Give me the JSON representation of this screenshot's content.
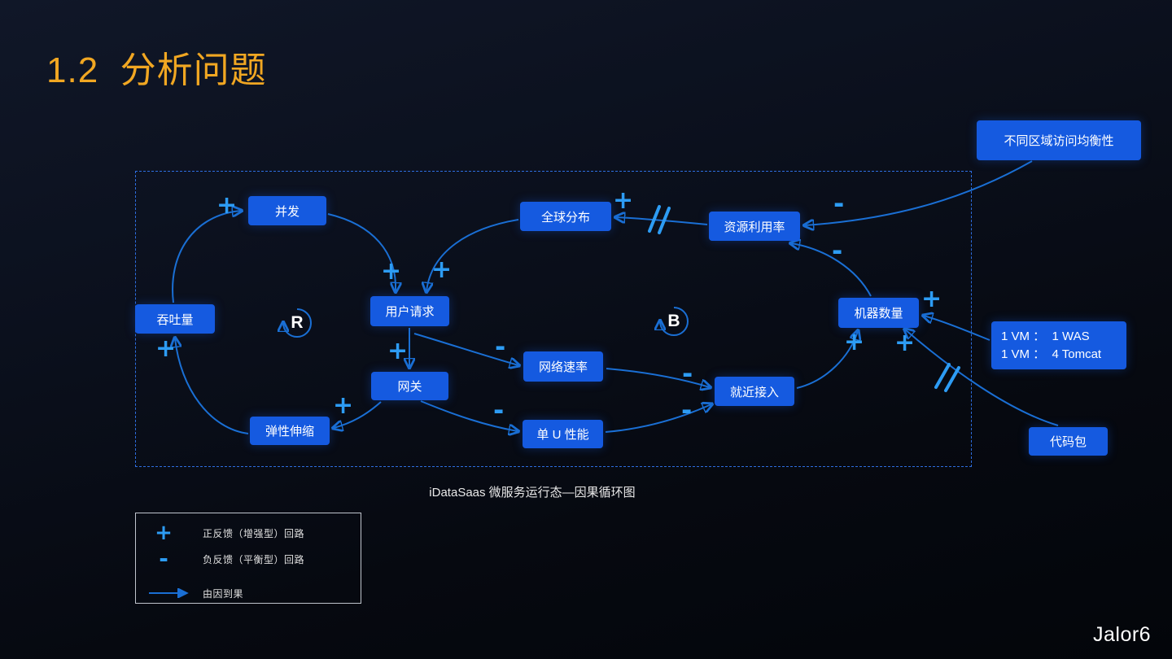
{
  "slide": {
    "title": "1.2  分析问题",
    "caption": "iDataSaas 微服务运行态—因果循环图",
    "logo": "Jalor6"
  },
  "colors": {
    "accent": "#f1a722",
    "node_fill": "#155ae0",
    "arrow": "#1a6fd4",
    "sign": "#2d9cf4"
  },
  "diagram": {
    "loop_r": "R",
    "loop_b": "B",
    "nodes": {
      "regional_balance": "不同区域访问均衡性",
      "concurrency": "并发",
      "global_distribution": "全球分布",
      "resource_utilization": "资源利用率",
      "throughput": "吞吐量",
      "user_requests": "用户请求",
      "machine_count": "机器数量",
      "gateway": "网关",
      "network_speed": "网络速率",
      "nearby_access": "就近接入",
      "elastic_scaling": "弹性伸缩",
      "single_u_performance": "单 U 性能",
      "code_package": "代码包",
      "vm_line1": "1 VM ：  1 WAS",
      "vm_line2": "1 VM ：  4 Tomcat"
    },
    "signs": [
      "+",
      "+",
      "-",
      "+",
      "+",
      "-",
      "+",
      "+",
      "+",
      "-",
      "+",
      "+",
      "-",
      "+",
      "-",
      "-"
    ]
  },
  "legend": {
    "items": [
      {
        "symbol": "+",
        "label": "正反馈（增强型）回路"
      },
      {
        "symbol": "-",
        "label": "负反馈（平衡型）回路"
      },
      {
        "symbol": "→",
        "label": "由因到果"
      }
    ]
  }
}
